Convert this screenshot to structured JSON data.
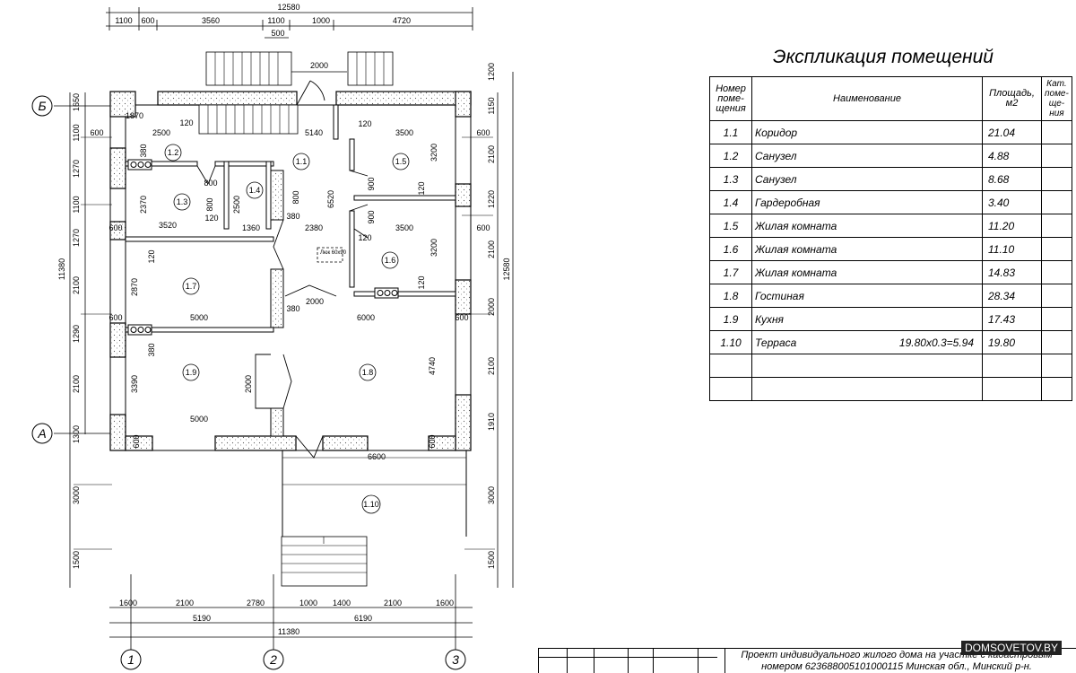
{
  "explication": {
    "title": "Экспликация помещений",
    "headers": {
      "number": "Номер поме- щения",
      "name": "Наименование",
      "area": "Площадь, м2",
      "category": "Кат. поме- ще- ния"
    },
    "rows": [
      {
        "num": "1.1",
        "name": "Коридор",
        "calc": "",
        "area": "21.04"
      },
      {
        "num": "1.2",
        "name": "Санузел",
        "calc": "",
        "area": "4.88"
      },
      {
        "num": "1.3",
        "name": "Санузел",
        "calc": "",
        "area": "8.68"
      },
      {
        "num": "1.4",
        "name": "Гардеробная",
        "calc": "",
        "area": "3.40"
      },
      {
        "num": "1.5",
        "name": "Жилая комната",
        "calc": "",
        "area": "11.20"
      },
      {
        "num": "1.6",
        "name": "Жилая комната",
        "calc": "",
        "area": "11.10"
      },
      {
        "num": "1.7",
        "name": "Жилая комната",
        "calc": "",
        "area": "14.83"
      },
      {
        "num": "1.8",
        "name": "Гостиная",
        "calc": "",
        "area": "28.34"
      },
      {
        "num": "1.9",
        "name": "Кухня",
        "calc": "",
        "area": "17.43"
      },
      {
        "num": "1.10",
        "name": "Терраса",
        "calc": "19.80х0.3=5.94",
        "area": "19.80"
      },
      {
        "num": "",
        "name": "",
        "calc": "",
        "area": ""
      },
      {
        "num": "",
        "name": "",
        "calc": "",
        "area": ""
      }
    ]
  },
  "stamp": {
    "line1": "Проект индивидуального жилого дома на участке с кадастровым",
    "line2": "номером 623688005101000115 Минская обл., Минский р-н."
  },
  "watermark": "DOMSOVETOV.BY",
  "plan": {
    "axes": {
      "b": "Б",
      "a": "А",
      "c1": "1",
      "c2": "2",
      "c3": "3"
    },
    "rooms": [
      "1.1",
      "1.2",
      "1.3",
      "1.4",
      "1.5",
      "1.6",
      "1.7",
      "1.8",
      "1.9",
      "1.10"
    ],
    "hatch_label": "Люк 60х90",
    "dims": {
      "top_total": "12580",
      "top": [
        "1100",
        "600",
        "3560",
        "1100",
        "1000",
        "4720"
      ],
      "d500": "500",
      "d2000_top": "2000",
      "left_total": "11380",
      "left": [
        "1650",
        "1100",
        "1270",
        "1100",
        "1270",
        "2100",
        "1290",
        "2100",
        "1300"
      ],
      "right_total": "12580",
      "right": [
        "1200",
        "1150",
        "2100",
        "1220",
        "2100",
        "2000",
        "2100",
        "1910",
        "3000",
        "1500"
      ],
      "left_lower": [
        "3000",
        "1500"
      ],
      "bottom1": [
        "1600",
        "2100",
        "2780",
        "1000",
        "1400",
        "2100",
        "1600"
      ],
      "bottom2": [
        "5190",
        "6190"
      ],
      "bottom_total": "11380",
      "interior": {
        "d1870": "1870",
        "d120a": "120",
        "d2500": "2500",
        "d5140": "5140",
        "d120b": "120",
        "d3500a": "3500",
        "d600a": "600",
        "d600b": "600",
        "d380a": "380",
        "d800a": "800",
        "d800b": "800",
        "d3200a": "3200",
        "d2370": "2370",
        "d2500b": "2500",
        "d800c": "800",
        "d6520": "6520",
        "d900a": "900",
        "d120c": "120",
        "d900b": "900",
        "d380b": "380",
        "d3520": "3520",
        "d120d": "120",
        "d1360": "1360",
        "d2380": "2380",
        "d120e": "120",
        "d3500b": "3500",
        "d600c": "600",
        "d600d": "600",
        "d120f": "120",
        "d3200b": "3200",
        "d2870": "2870",
        "d120g": "120",
        "d2000a": "2000",
        "d380c": "380",
        "d5000a": "5000",
        "d6000": "6000",
        "d600e": "600",
        "d600f": "600",
        "d380d": "380",
        "d3390": "3390",
        "d2000b": "2000",
        "d4740": "4740",
        "d5000b": "5000",
        "d600g": "600",
        "d600h": "600",
        "d6600": "6600"
      }
    }
  }
}
